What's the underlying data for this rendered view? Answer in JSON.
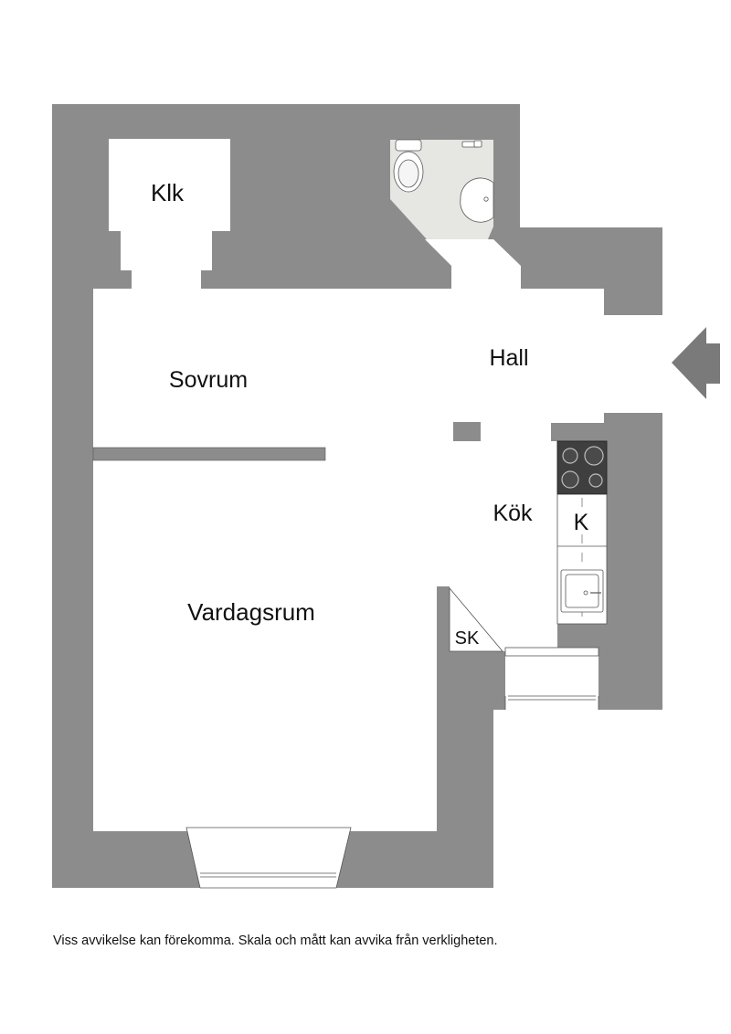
{
  "rooms": {
    "klk": "Klk",
    "sovrum": "Sovrum",
    "hall": "Hall",
    "kok": "Kök",
    "vardagsrum": "Vardagsrum",
    "sk": "SK",
    "k": "K"
  },
  "disclaimer": "Viss avvikelse kan förekomma. Skala och mått kan avvika från verkligheten.",
  "colors": {
    "wall": "#8c8c8d",
    "bathroom_floor": "#e6e6e3",
    "stove": "#3f3f3f",
    "entrance_arrow": "#7a7a7b"
  },
  "icons": {
    "entrance": "entrance-arrow-icon",
    "toilet": "toilet-icon",
    "sink": "sink-icon",
    "stove": "stove-icon",
    "kitchen_sink": "kitchen-sink-icon"
  }
}
